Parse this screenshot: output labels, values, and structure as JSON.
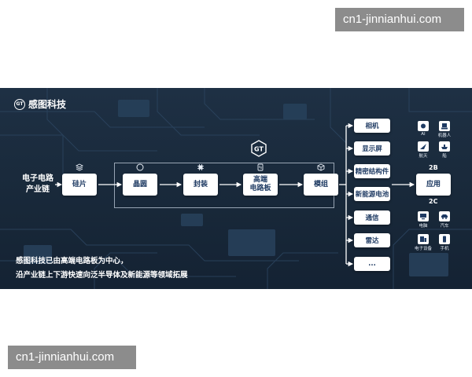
{
  "watermark": "cn1-jinnianhui.com",
  "brand": {
    "logo_text": "GT",
    "name": "感图科技"
  },
  "chain": {
    "label_lines": [
      "电子电路",
      "产业链"
    ],
    "nodes": [
      "硅片",
      "晶圆",
      "封装",
      "高端\n电路板",
      "模组",
      "应用"
    ]
  },
  "applications": [
    "相机",
    "显示屏",
    "精密结构件",
    "新能源电池",
    "通信",
    "雷达",
    "..."
  ],
  "segments": {
    "b2b": "2B",
    "b2c": "2C"
  },
  "b2b_devices": [
    {
      "icon": "ai-chip-icon",
      "label": "AI"
    },
    {
      "icon": "robot-icon",
      "label": "机器人"
    },
    {
      "icon": "aerospace-icon",
      "label": "航天"
    },
    {
      "icon": "ship-icon",
      "label": "船"
    }
  ],
  "b2c_devices": [
    {
      "icon": "computer-icon",
      "label": "电脑"
    },
    {
      "icon": "car-icon",
      "label": "汽车"
    },
    {
      "icon": "electronic-device-icon",
      "label": "电子设备"
    },
    {
      "icon": "phone-icon",
      "label": "手机"
    }
  ],
  "caption": [
    "感图科技已由高端电路板为中心，",
    "沿产业链上下游快速向泛半导体及新能源等领域拓展"
  ],
  "colors": {
    "banner": "#1b2c3f",
    "node_text": "#1f3b63",
    "watermark_bg": "#8c8c8c"
  }
}
